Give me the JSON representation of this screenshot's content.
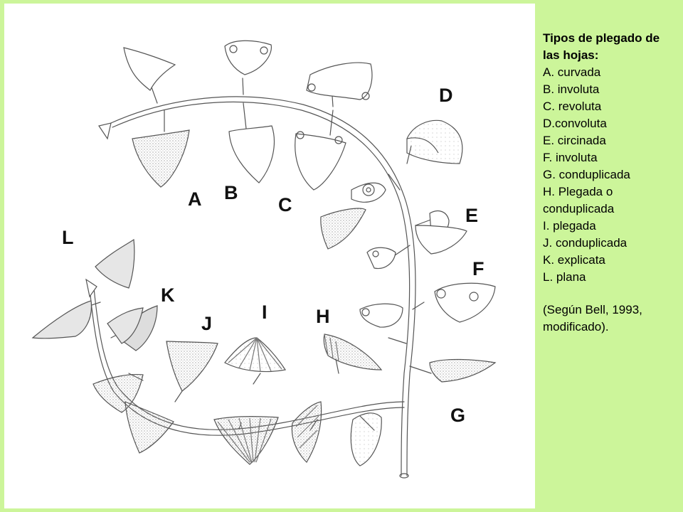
{
  "legend": {
    "title": "Tipos de plegado de las hojas:",
    "items": [
      "A. curvada",
      "B. involuta",
      "C.  revoluta",
      "D.convoluta",
      "E. circinada",
      "F. involuta",
      "G. conduplicada",
      "H. Plegada o conduplicada",
      "I. plegada",
      "J. conduplicada",
      "K. explicata",
      "L. plana"
    ],
    "source": "(Según Bell, 1993, modificado)."
  },
  "diagram": {
    "labels": [
      "A",
      "B",
      "C",
      "D",
      "E",
      "F",
      "G",
      "H",
      "I",
      "J",
      "K",
      "L"
    ],
    "colors": {
      "page": "#ccf59a",
      "panel": "#ffffff",
      "ink": "#555555"
    }
  }
}
